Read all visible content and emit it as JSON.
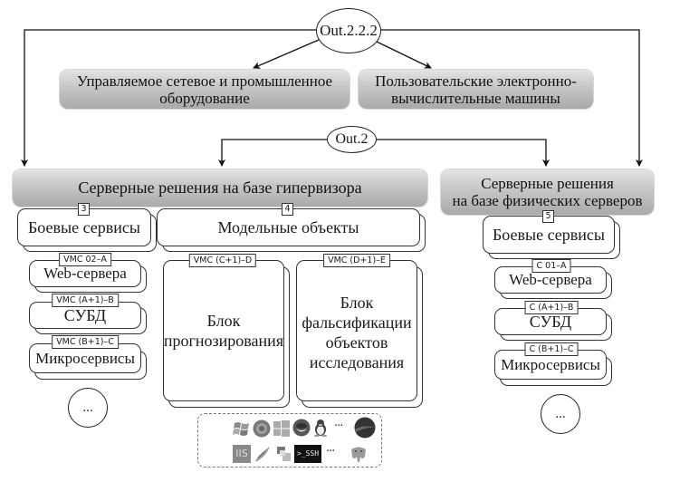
{
  "nodes": {
    "out222": "Out.2.2.2",
    "out2": "Out.2",
    "network_equipment": [
      "Управляемое сетевое и промышленное",
      "оборудование"
    ],
    "user_computers": [
      "Пользовательские электронно-",
      "вычислительные машины"
    ],
    "hypervisor_solutions": "Серверные решения на базе гипервизора",
    "physical_solutions": [
      "Серверные решения",
      "на базе физических серверов"
    ]
  },
  "hypervisor": {
    "combat": {
      "number": "3",
      "title": "Боевые сервисы"
    },
    "model": {
      "number": "4",
      "title": "Модельные объекты"
    },
    "services": [
      {
        "tag": "VMC 02–A",
        "label": "Web-сервера"
      },
      {
        "tag": "VMC (A+1)–B",
        "label": "СУБД"
      },
      {
        "tag": "VMC (B+1)–C",
        "label": "Микросервисы"
      }
    ],
    "blocks": [
      {
        "tag": "VMC (C+1)–D",
        "lines": [
          "Блок",
          "прогнозирования"
        ]
      },
      {
        "tag": "VMC (D+1)–E",
        "lines": [
          "Блок",
          "фальсификации",
          "объектов",
          "исследования"
        ]
      }
    ],
    "more": "..."
  },
  "physical": {
    "combat": {
      "number": "5",
      "title": "Боевые сервисы"
    },
    "services": [
      {
        "tag": "C 01–A",
        "label": "Web-сервера"
      },
      {
        "tag": "C (A+1)–B",
        "label": "СУБД"
      },
      {
        "tag": "C (B+1)–C",
        "label": "Микросервисы"
      }
    ],
    "more": "..."
  },
  "tools_panel": {
    "row1_icons": [
      "windows-xp-icon",
      "windows-7-icon",
      "windows-10-icon",
      "redhat-icon",
      "linux-tux-icon",
      "ellipsis",
      "macos-icon"
    ],
    "row2_icons": [
      "iis-icon",
      "apache-feather-icon",
      "windows-server-icon",
      "ssh-icon",
      "ellipsis",
      "postgresql-elephant-icon"
    ],
    "iis_label": "IIS",
    "ssh_label": ">_SSH",
    "ellipsis": "···"
  }
}
